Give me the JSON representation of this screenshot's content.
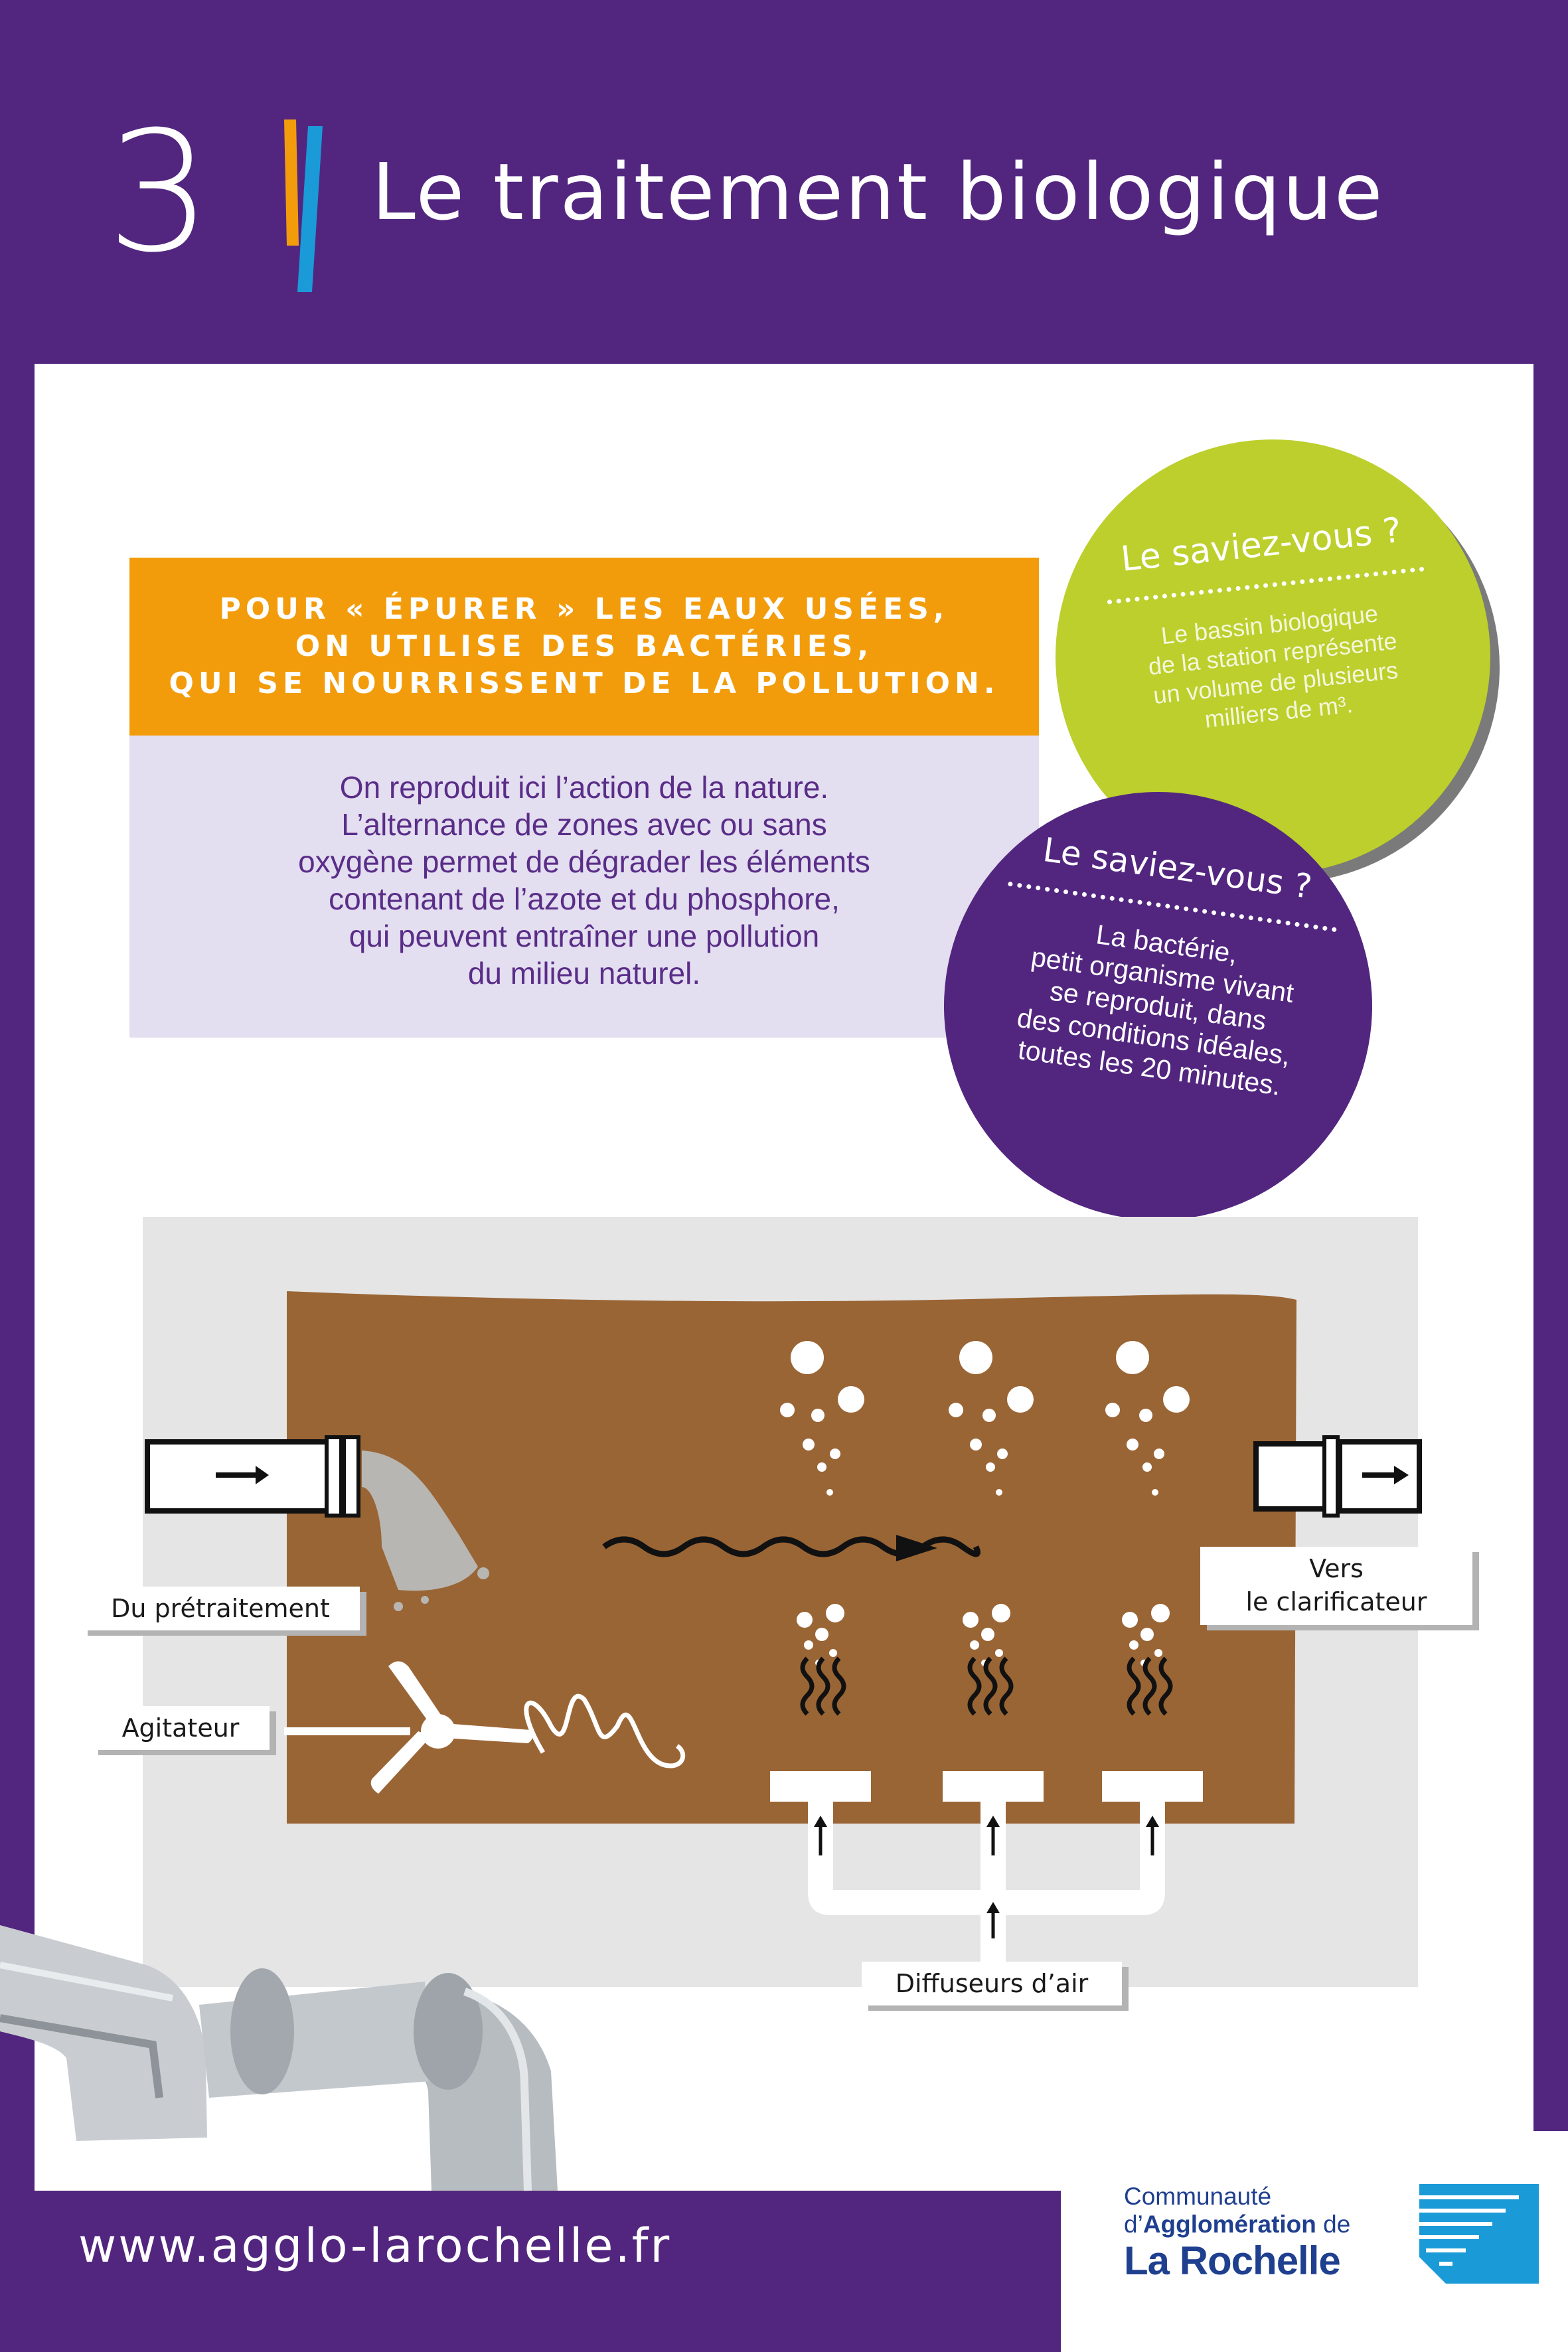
{
  "header": {
    "number": "3",
    "title": "Le traitement biologique"
  },
  "intro": {
    "headline_lines": [
      "POUR « ÉPURER » LES EAUX USÉES,",
      "ON UTILISE DES BACTÉRIES,",
      "QUI SE NOURRISSENT DE LA POLLUTION."
    ],
    "body_lines": [
      "On reproduit ici l’action de la nature.",
      "L’alternance de zones avec ou sans",
      "oxygène permet de dégrader les éléments",
      "contenant de l’azote et du phosphore,",
      "qui peuvent entraîner une pollution",
      "du milieu naturel."
    ]
  },
  "facts": [
    {
      "title": "Le saviez-vous ?",
      "lines": [
        "Le bassin biologique",
        "de la station représente",
        "un volume de plusieurs",
        "milliers de m³."
      ],
      "color": "#bccf2c"
    },
    {
      "title": "Le saviez-vous ?",
      "lines": [
        "La bactérie,",
        "petit organisme vivant",
        "se reproduit, dans",
        "des conditions idéales,",
        "toutes les 20 minutes."
      ],
      "color": "#52267f"
    }
  ],
  "diagram": {
    "labels": {
      "inlet": "Du prétraitement",
      "mixer": "Agitateur",
      "outlet_line1": "Vers",
      "outlet_line2": "le clarificateur",
      "diffusers": "Diffuseurs d’air"
    },
    "colors": {
      "basin": "#9a6535",
      "background": "#e5e5e5"
    }
  },
  "footer": {
    "url": "www.agglo-larochelle.fr",
    "logo_line1": "Communauté",
    "logo_line2_prefix": "d’",
    "logo_line2_bold": "Agglomération",
    "logo_line2_suffix": " de",
    "logo_line3": "La Rochelle"
  },
  "colors": {
    "purple": "#52267f",
    "orange": "#f29c0c",
    "lime": "#bccf2c",
    "blue_accent": "#1b9ad8"
  }
}
